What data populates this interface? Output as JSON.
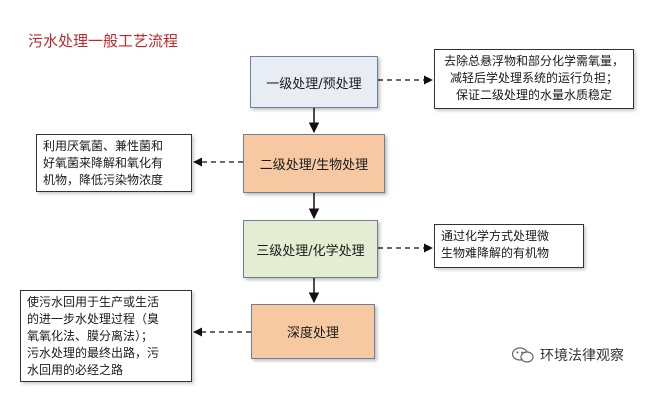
{
  "title": "污水处理一般工艺流程",
  "colors": {
    "stage1": "#e8ecf4",
    "stage2": "#f7c9a3",
    "stage3": "#e4ecd2",
    "stage4": "#f7c9a3",
    "title": "#c0282c"
  },
  "stages": [
    {
      "label": "一级处理/预处理"
    },
    {
      "label": "二级处理/生物处理"
    },
    {
      "label": "三级处理/化学处理"
    },
    {
      "label": "深度处理"
    }
  ],
  "notes": {
    "stage1": [
      "去除总悬浮物和部分化学需氧量，",
      "减轻后学处理系统的运行负担；",
      "保证二级处理的水量水质稳定"
    ],
    "stage2": [
      "利用厌氧菌、兼性菌和",
      "好氧菌来降解和氧化有",
      "机物，降低污染物浓度"
    ],
    "stage3": [
      "通过化学方式处理微",
      "生物难降解的有机物"
    ],
    "stage4": [
      "使污水回用于生产或生活",
      "的进一步水处理过程（臭",
      "氧氧化法、膜分离法）；",
      "污水处理的最终出路，污",
      "水回用的必经之路"
    ]
  },
  "watermark": {
    "text": "环境法律观察",
    "icon": "wechat-icon"
  }
}
